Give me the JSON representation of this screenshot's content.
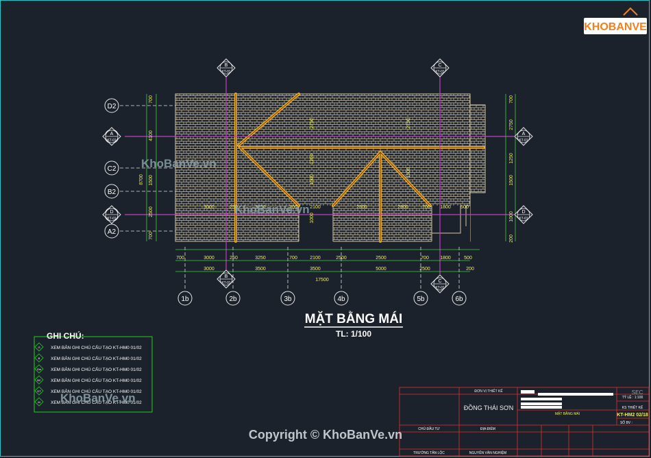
{
  "watermark": {
    "logo_text": "KHOBANVE",
    "mid_text": "KhoBanVe.vn",
    "copyright": "Copyright © KhoBanVe.vn"
  },
  "drawing": {
    "title": "MẶT BẰNG MÁI",
    "scale": "TL: 1/100",
    "axis_rows": [
      "D2",
      "A",
      "C2",
      "B2",
      "D",
      "A2"
    ],
    "axis_cols": [
      "1b",
      "2b",
      "3b",
      "4b",
      "5b",
      "6b"
    ],
    "section_tags": [
      {
        "letter": "B",
        "ref": "KT-01"
      },
      {
        "letter": "C",
        "ref": "KT-01"
      },
      {
        "letter": "A",
        "ref": "KT-01"
      },
      {
        "letter": "D",
        "ref": "KT-01"
      }
    ],
    "dims_bottom_1": [
      "700",
      "3000",
      "250",
      "3250",
      "700",
      "2100",
      "2500",
      "2500",
      "700",
      "1800",
      "500"
    ],
    "dims_bottom_2": [
      "3000",
      "3500",
      "3500",
      "5000",
      "2500",
      "200"
    ],
    "dim_total": "17500",
    "dims_left": [
      "700",
      "4100",
      "8700",
      "1500",
      "2500",
      "700"
    ],
    "dims_right": [
      "700",
      "2750",
      "1250",
      "1500",
      "1000",
      "200"
    ],
    "dims_inner": [
      "2750",
      "2750",
      "1250",
      "1500",
      "1500",
      "1000",
      "3000",
      "250",
      "3250",
      "700",
      "2100",
      "2500",
      "2900",
      "700",
      "1800",
      "500"
    ]
  },
  "notes": {
    "title": "GHI CHÚ:",
    "items": [
      {
        "tag": "G",
        "text": "XEM BẢN GHI CHÚ CẤU TẠO KT-HM0 01/02"
      },
      {
        "tag": "B",
        "text": "XEM BẢN GHI CHÚ CẤU TẠO KT-HM0 01/02"
      },
      {
        "tag": "Gm",
        "text": "XEM BẢN GHI CHÚ CẤU TẠO KT-HM0 01/02"
      },
      {
        "tag": "BC",
        "text": "XEM BẢN GHI CHÚ CẤU TẠO KT-HM0 01/02"
      },
      {
        "tag": "DT",
        "text": "XEM BẢN GHI CHÚ CẤU TẠO KT-HM0 01/02"
      },
      {
        "tag": "M",
        "text": "XEM BẢN GHI CHÚ CẤU TẠO KT-HM0 01/02"
      }
    ]
  },
  "title_block": {
    "designer_label": "ĐƠN VỊ THIẾT KẾ",
    "designer_name": "ĐỒNG THÁI SƠN",
    "sheet_name": "MẶT BẰNG MÁI",
    "drawing_no": "KT-HM2 02/18",
    "scale_small": "TỶ LỆ : 1:100",
    "owner_label": "CHỦ ĐẦU TƯ",
    "location_label": "ĐỊA ĐIỂM",
    "lead_label": "TRƯỞNG TÂN LỘC",
    "person_label": "NGUYỄN VĂN NGHIỆM",
    "ks_label": "KS THIẾT KẾ",
    "so_label": "SỐ BV :",
    "logo_small": "SEC"
  },
  "colors": {
    "background": "#1c222b",
    "frame": "#1ec8c8",
    "roof": "#d8c8a0",
    "ridge": "#e8b020",
    "grid_axis": "#c040c0",
    "dimension": "#40d040",
    "dim_text": "#f0f040",
    "axis_bubble": "#e8e8e8",
    "logo": "#f08020"
  }
}
